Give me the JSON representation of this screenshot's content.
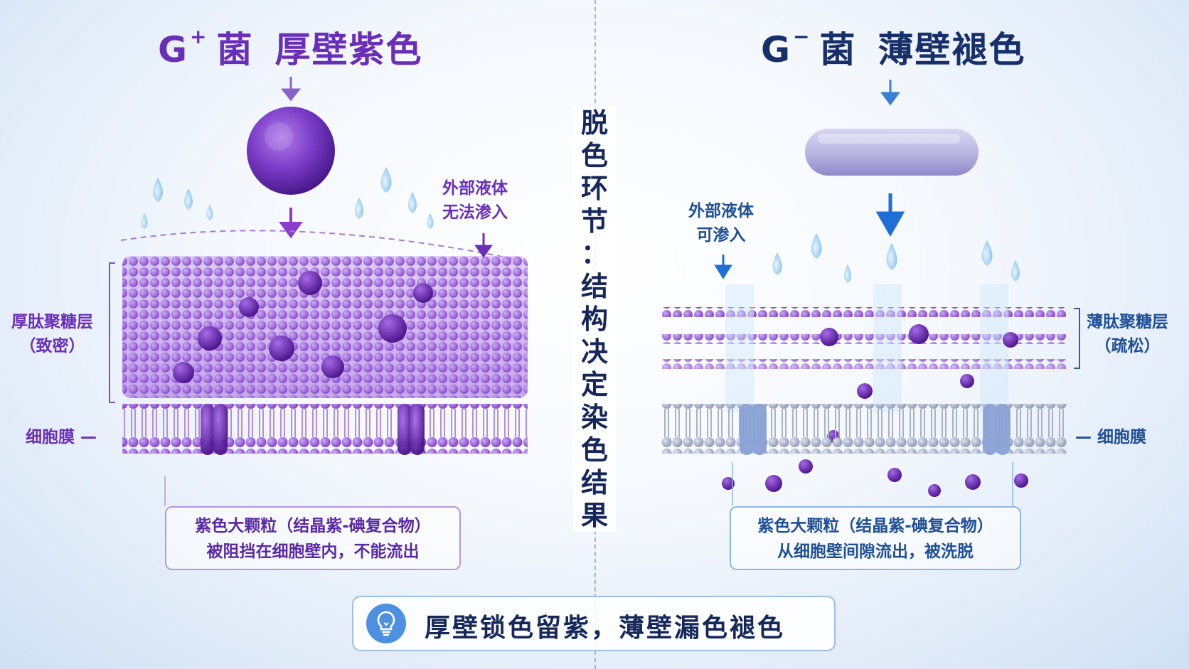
{
  "left": {
    "title_prefix": "G",
    "title_sup": "+",
    "title_organism": "菌",
    "title_desc": "厚壁紫色",
    "fluid_note_line1": "外部液体",
    "fluid_note_line2": "无法渗入",
    "layer_label_line1": "厚肽聚糖层",
    "layer_label_line2": "（致密）",
    "membrane_label": "细胞膜 —",
    "callout_line1": "紫色大颗粒（结晶紫-碘复合物）",
    "callout_line2": "被阻挡在细胞壁内，不能流出"
  },
  "right": {
    "title_prefix": "G",
    "title_sup": "−",
    "title_organism": "菌",
    "title_desc": "薄壁褪色",
    "fluid_note_line1": "外部液体",
    "fluid_note_line2": "可渗入",
    "layer_label_line1": "薄肽聚糖层",
    "layer_label_line2": "（疏松）",
    "membrane_label": "— 细胞膜",
    "callout_line1": "紫色大颗粒（结晶紫-碘复合物）",
    "callout_line2": "从细胞壁间隙流出，被洗脱"
  },
  "center": {
    "chars": [
      "脱",
      "色",
      "环",
      "节",
      "：",
      "结",
      "构",
      "决",
      "定",
      "染",
      "色",
      "结",
      "果"
    ]
  },
  "summary": {
    "icon": "lightbulb-icon",
    "text": "厚壁锁色留紫，薄壁漏色褪色"
  },
  "colors": {
    "purple": "#6a2fb8",
    "navy": "#16285a",
    "blue_label": "#1f4f95",
    "lavender_rod": "#b7b3e3"
  }
}
